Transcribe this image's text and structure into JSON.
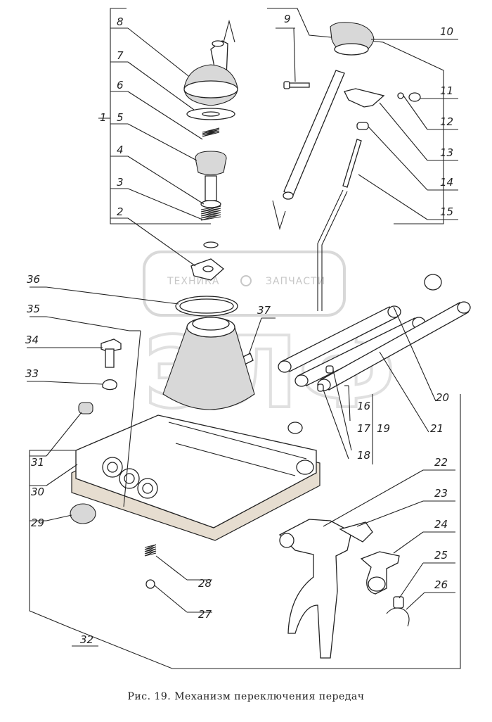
{
  "caption": "Рис. 19. Механизм переключения передач",
  "watermark": {
    "left": "ТЕХНИКА",
    "right": "ЗАПЧАСТИ"
  },
  "callouts": [
    "1",
    "2",
    "3",
    "4",
    "5",
    "6",
    "7",
    "8",
    "9",
    "10",
    "11",
    "12",
    "13",
    "14",
    "15",
    "16",
    "17",
    "18",
    "19",
    "20",
    "21",
    "22",
    "23",
    "24",
    "25",
    "26",
    "27",
    "28",
    "29",
    "30",
    "31",
    "32",
    "33",
    "34",
    "35",
    "36",
    "37"
  ]
}
